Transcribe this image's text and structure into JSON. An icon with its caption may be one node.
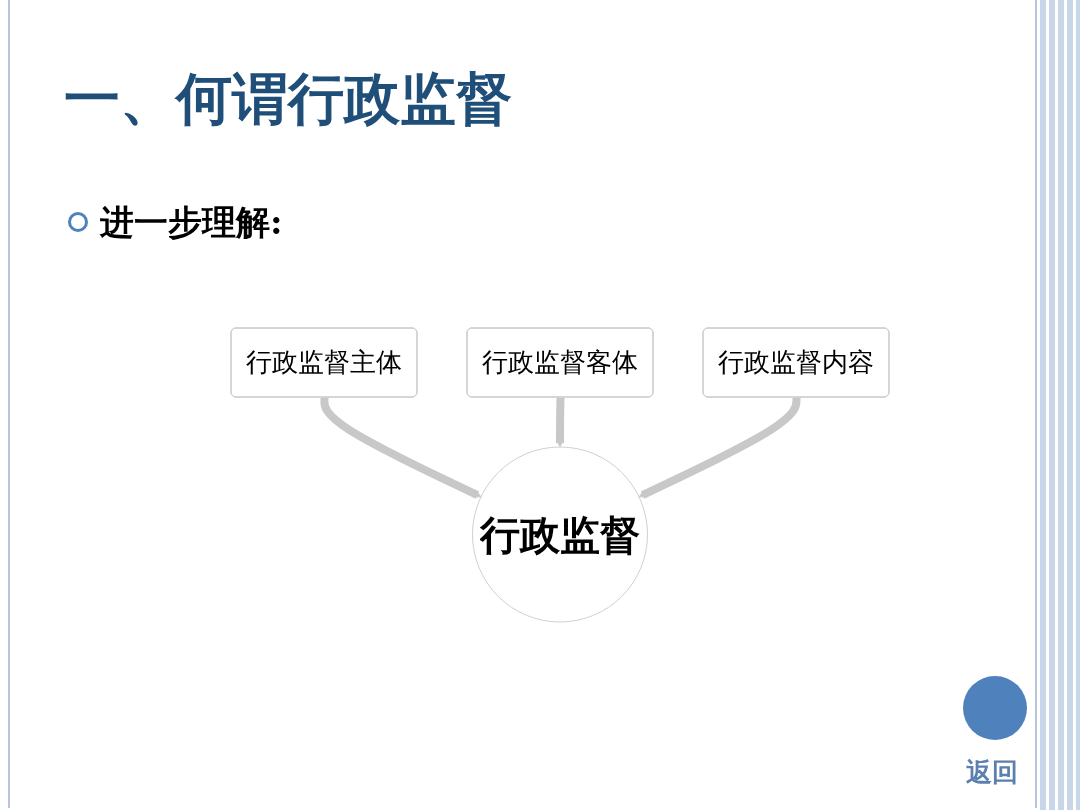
{
  "diagram": {
    "title": "一、何谓行政监督",
    "nodes": [
      {
        "text": [
          "行政监督主体"
        ]
      },
      {
        "text": [
          "行政监督客体"
        ]
      },
      {
        "text": [
          "行政监督内容"
        ]
      },
      {
        "text": [
          "行政监督"
        ]
      }
    ],
    "edges": [
      {
        "from": 0,
        "to": 3,
        "arrow": "to"
      },
      {
        "from": 1,
        "to": 3,
        "arrow": "to"
      },
      {
        "from": 2,
        "to": 3,
        "arrow": "to"
      }
    ],
    "labels": [
      "进一步理解:",
      "返回"
    ]
  }
}
